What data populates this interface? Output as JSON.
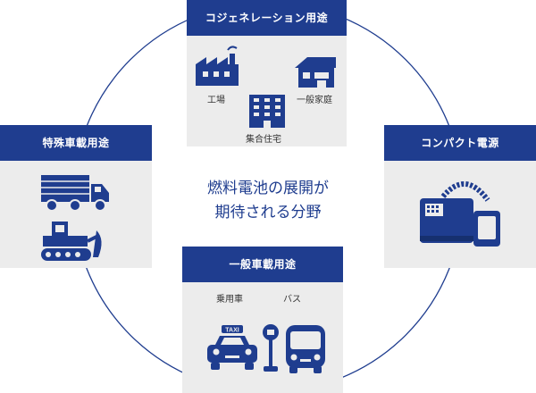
{
  "colors": {
    "primary": "#1f3d8f",
    "card_bg": "#ececec",
    "ring": "#1f3d8f"
  },
  "center": {
    "line1": "燃料電池の展開が",
    "line2": "期待される分野"
  },
  "cards": {
    "cogeneration": {
      "title": "コジェネレーション用途",
      "labels": {
        "factory": "工場",
        "house": "一般家庭",
        "apartment": "集合住宅"
      },
      "icons": [
        "factory-icon",
        "house-icon",
        "apartment-icon"
      ]
    },
    "special_vehicle": {
      "title": "特殊車載用途",
      "icons": [
        "truck-icon",
        "bulldozer-icon"
      ]
    },
    "compact_power": {
      "title": "コンパクト電源",
      "icons": [
        "compact-power-unit-icon"
      ]
    },
    "general_vehicle": {
      "title": "一般車載用途",
      "labels": {
        "car": "乗用車",
        "bus": "バス"
      },
      "icons": [
        "taxi-icon",
        "bus-stop-icon",
        "bus-icon"
      ]
    }
  }
}
